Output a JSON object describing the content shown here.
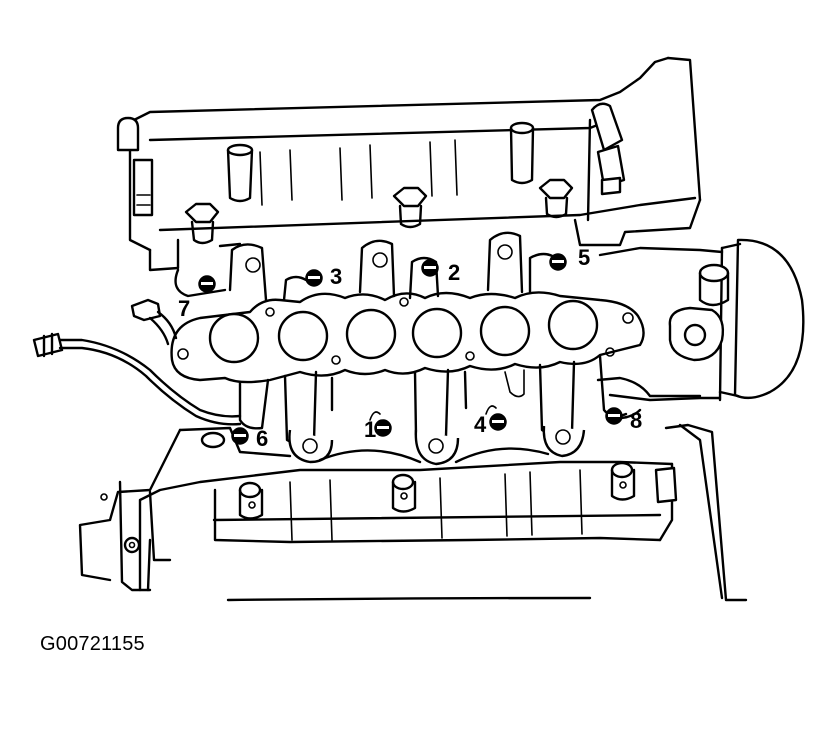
{
  "figure_id": "G00721155",
  "callouts": [
    {
      "id": "1",
      "label": "1"
    },
    {
      "id": "2",
      "label": "2"
    },
    {
      "id": "3",
      "label": "3"
    },
    {
      "id": "4",
      "label": "4"
    },
    {
      "id": "5",
      "label": "5"
    },
    {
      "id": "6",
      "label": "6"
    },
    {
      "id": "7",
      "label": "7"
    },
    {
      "id": "8",
      "label": "8"
    }
  ],
  "colors": {
    "ink": "#000000",
    "paper": "#ffffff"
  }
}
